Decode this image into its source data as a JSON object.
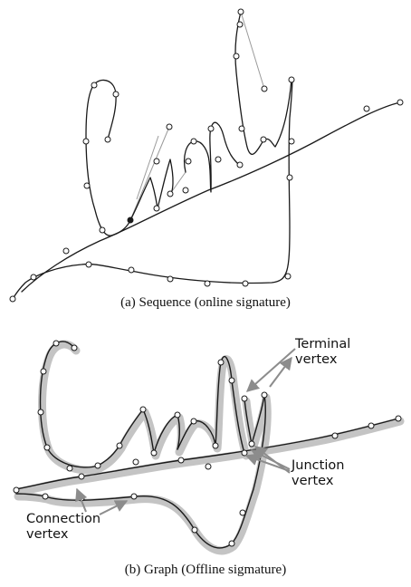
{
  "panel_a": {
    "caption": "(a) Sequence (online signature)"
  },
  "panel_b": {
    "caption": "(b) Graph (Offline sigmature)",
    "annotations": {
      "terminal": {
        "line1": "Terminal",
        "line2": "vertex"
      },
      "junction": {
        "line1": "Junction",
        "line2": "vertex"
      },
      "connection": {
        "line1": "Connection",
        "line2": "vertex"
      }
    }
  },
  "colors": {
    "stroke": "#1a1a1a",
    "pen_up": "#9a9a9a",
    "shadow": "#c4c4c4",
    "arrow": "#8c8c8c",
    "vertex_fill": "#ffffff"
  }
}
